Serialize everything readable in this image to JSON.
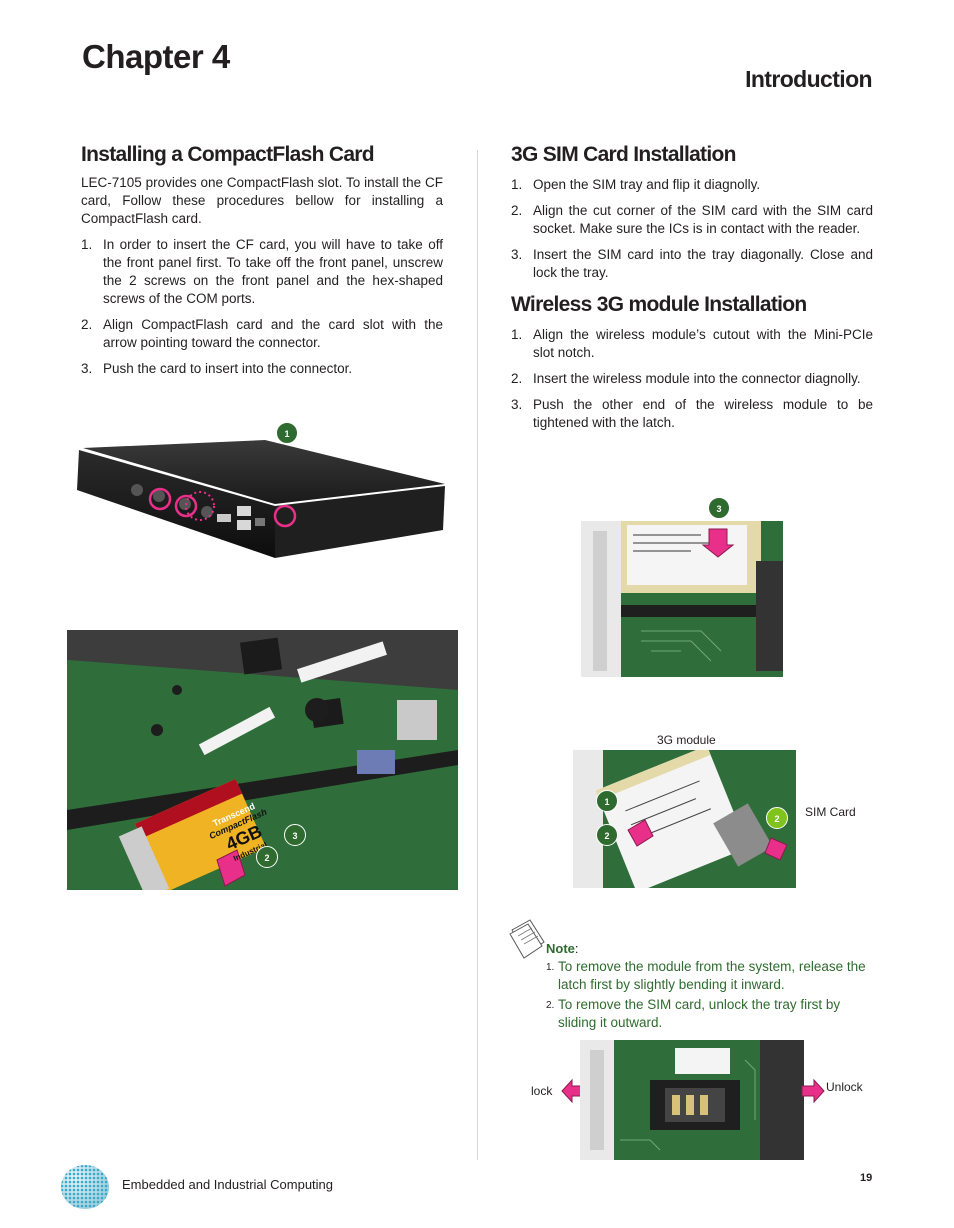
{
  "header": {
    "chapter": "Chapter 4",
    "section": "Introduction"
  },
  "left": {
    "heading": "Installing a CompactFlash Card",
    "intro": "LEC-7105 provides one CompactFlash slot. To install the CF card, Follow these procedures bellow for installing a CompactFlash card.",
    "steps": [
      {
        "num": "1.",
        "text": "In order to insert the CF card, you will have to take off the front panel first. To take off the front panel, unscrew the 2 screws on the front panel and the hex-shaped screws of the COM ports."
      },
      {
        "num": "2.",
        "text": "Align CompactFlash card and the card slot with the arrow pointing toward the connector."
      },
      {
        "num": "3.",
        "text": "Push the card to insert into the connector."
      }
    ],
    "badges": {
      "front": "1",
      "card_2": "2",
      "card_3": "3"
    },
    "card_label": {
      "brand": "Transcend",
      "product": "CompactFlash",
      "capacity": "4GB",
      "grade": "Industrial"
    }
  },
  "right": {
    "sim_heading": "3G SIM Card Installation",
    "sim_steps": [
      {
        "num": "1.",
        "text": "Open the SIM tray and flip it  diagnolly."
      },
      {
        "num": "2.",
        "text": "Align the cut corner of the SIM card with the SIM card socket. Make sure the ICs is in contact with the reader."
      },
      {
        "num": "3.",
        "text": "Insert the SIM card into the tray diagonally.  Close and lock the tray."
      }
    ],
    "wireless_heading": "Wireless 3G module Installation",
    "wireless_steps": [
      {
        "num": "1.",
        "text": "Align the  wireless module’s cutout with the Mini-PCIe slot notch."
      },
      {
        "num": "2.",
        "text": "Insert the wireless module into the connector diagnolly."
      },
      {
        "num": "3.",
        "text": "Push the other end of the wireless module to be tightened with the latch."
      }
    ],
    "badges": {
      "module_3": "3",
      "module_1": "1",
      "module_2": "2",
      "sim_2": "2"
    },
    "captions": {
      "module": "3G module",
      "sim": "SIM Card",
      "lock": "lock",
      "unlock": "Unlock"
    },
    "note": {
      "label": "Note",
      "colon": ":",
      "items": [
        {
          "num": "1.",
          "text": "To remove the module from the system, release the latch first by  slightly bending it inward."
        },
        {
          "num": "2.",
          "text": " To remove the SIM card, unlock the tray first by sliding it outward."
        }
      ]
    }
  },
  "footer": {
    "company": "Embedded and Industrial Computing",
    "page": "19"
  },
  "colors": {
    "badge_green": "#2f6b2f",
    "badge_lime": "#7fc31c",
    "arrow_pink": "#e8308a",
    "pcb_green": "#2f6e3a",
    "note_green": "#2f6b2f"
  }
}
